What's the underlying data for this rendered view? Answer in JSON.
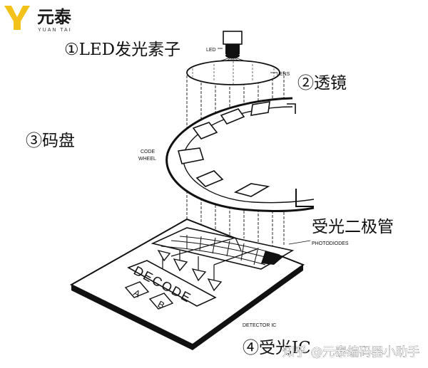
{
  "logo": {
    "name": "元泰",
    "subtitle": "YUAN TAI",
    "color": "#f2c21a"
  },
  "labels": {
    "led_component": "①LED发光素子",
    "lens_component": "②透镜",
    "wheel_component": "③码盘",
    "photodiode_component": "受光二极管",
    "ic_component": "④受光IC"
  },
  "small_labels": {
    "led": "LED",
    "lens": "LENS",
    "code": "CODE",
    "wheel": "WHEEL",
    "photodiodes": "PHOTODIODES",
    "detector_ic": "DETECTOR IC"
  },
  "chip": {
    "decode": "DECODE",
    "a": "A",
    "b": "B"
  },
  "watermark": "知乎 @元泰编码器小助手",
  "colors": {
    "line": "#111111",
    "background": "#ffffff",
    "fill_white": "#ffffff"
  }
}
